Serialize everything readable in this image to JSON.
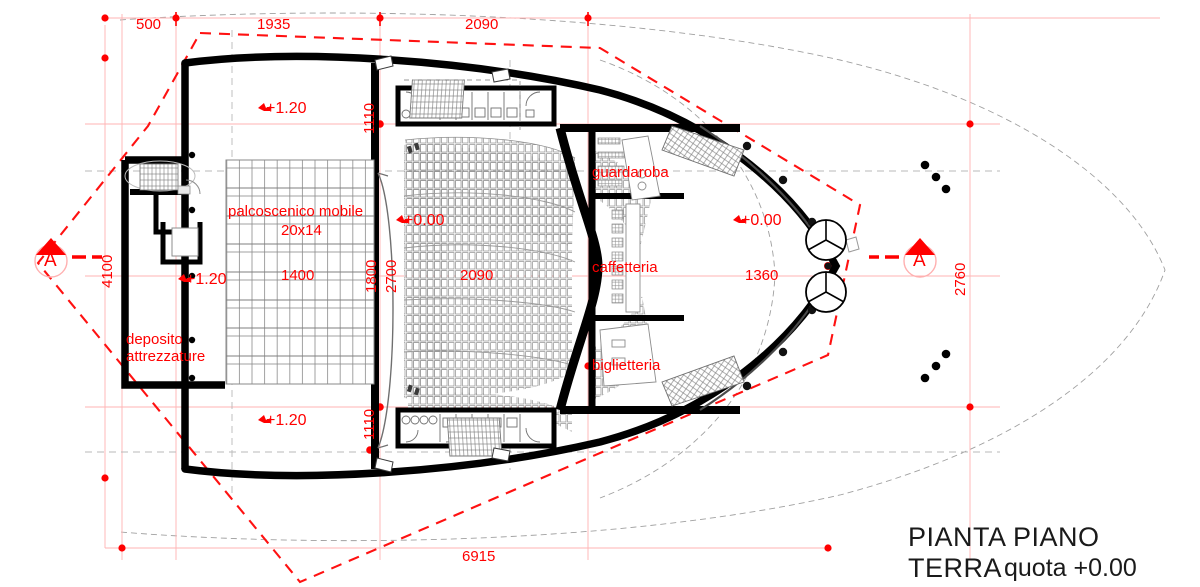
{
  "drawing": {
    "title_line1": "PIANTA PIANO TERRA",
    "title_line2": "quota +0.00",
    "colors": {
      "annotation_red": "#ff0000",
      "wall_black": "#000000",
      "furniture_gray": "#8c8c8c",
      "aux_gray": "#9a9a9a",
      "title_black": "#1a1a1a"
    }
  },
  "rooms": [
    {
      "id": "stage",
      "label": "palcoscenico mobile"
    },
    {
      "id": "stage_size",
      "label": "20x14"
    },
    {
      "id": "deposito1",
      "label": "deposito"
    },
    {
      "id": "deposito2",
      "label": "attrezzature"
    },
    {
      "id": "guardaroba",
      "label": "guardaroba"
    },
    {
      "id": "caffetteria",
      "label": "caffetteria"
    },
    {
      "id": "biglietteria",
      "label": "biglietteria"
    }
  ],
  "levels": [
    {
      "id": "lvl-top-left",
      "label": "+1.20"
    },
    {
      "id": "lvl-mid-left",
      "label": "+1.20"
    },
    {
      "id": "lvl-bottom-left",
      "label": "+1.20"
    },
    {
      "id": "lvl-hall",
      "label": "+0.00"
    },
    {
      "id": "lvl-foyer",
      "label": "+0.00"
    }
  ],
  "dimensions": {
    "top": [
      {
        "id": "dim-500",
        "label": "500"
      },
      {
        "id": "dim-1935",
        "label": "1935"
      },
      {
        "id": "dim-2090",
        "label": "2090"
      }
    ],
    "left": [
      {
        "id": "dim-4100",
        "label": "4100"
      }
    ],
    "right": [
      {
        "id": "dim-2760",
        "label": "2760"
      }
    ],
    "bottom": [
      {
        "id": "dim-6915",
        "label": "6915"
      }
    ],
    "interior": [
      {
        "id": "dim-1110-top",
        "label": "1110"
      },
      {
        "id": "dim-1110-bottom",
        "label": "1110"
      },
      {
        "id": "dim-1800",
        "label": "1800"
      },
      {
        "id": "dim-2700",
        "label": "2700"
      },
      {
        "id": "dim-1400",
        "label": "1400"
      },
      {
        "id": "dim-2090-hall",
        "label": "2090"
      },
      {
        "id": "dim-1360",
        "label": "1360"
      }
    ]
  },
  "section_markers": [
    {
      "id": "section-left",
      "label": "A"
    },
    {
      "id": "section-right",
      "label": "A"
    }
  ]
}
